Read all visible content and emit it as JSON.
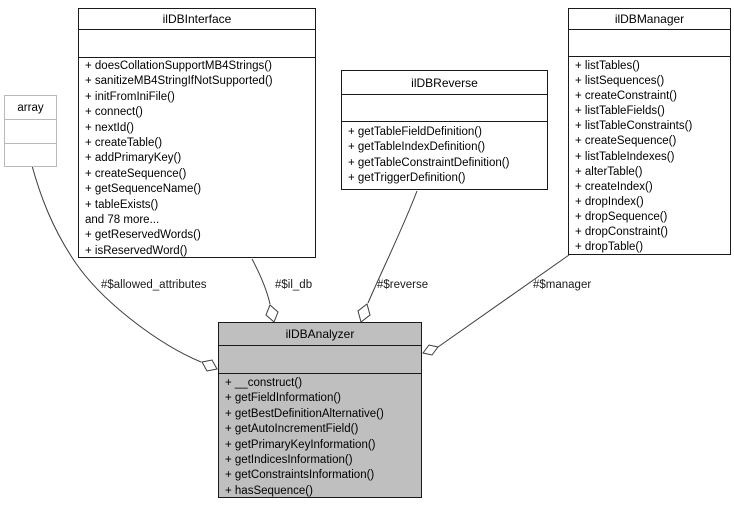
{
  "diagram": {
    "type": "uml-class-collaboration",
    "classes": {
      "array": {
        "title": "array",
        "methods": []
      },
      "ildbinterface": {
        "title": "ilDBInterface",
        "methods": [
          "+ doesCollationSupportMB4Strings()",
          "+ sanitizeMB4StringIfNotSupported()",
          "+ initFromIniFile()",
          "+ connect()",
          "+ nextId()",
          "+ createTable()",
          "+ addPrimaryKey()",
          "+ createSequence()",
          "+ getSequenceName()",
          "+ tableExists()",
          "and 78 more...",
          "+ getReservedWords()",
          "+ isReservedWord()"
        ]
      },
      "ildbreverse": {
        "title": "ilDBReverse",
        "methods": [
          "+ getTableFieldDefinition()",
          "+ getTableIndexDefinition()",
          "+ getTableConstraintDefinition()",
          "+ getTriggerDefinition()"
        ]
      },
      "ildbmanager": {
        "title": "ilDBManager",
        "methods": [
          "+ listTables()",
          "+ listSequences()",
          "+ createConstraint()",
          "+ listTableFields()",
          "+ listTableConstraints()",
          "+ createSequence()",
          "+ listTableIndexes()",
          "+ alterTable()",
          "+ createIndex()",
          "+ dropIndex()",
          "+ dropSequence()",
          "+ dropConstraint()",
          "+ dropTable()"
        ]
      },
      "ildbanalyzer": {
        "title": "ilDBAnalyzer",
        "methods": [
          "+ __construct()",
          "+ getFieldInformation()",
          "+ getBestDefinitionAlternative()",
          "+ getAutoIncrementField()",
          "+ getPrimaryKeyInformation()",
          "+ getIndicesInformation()",
          "+ getConstraintsInformation()",
          "+ hasSequence()"
        ]
      }
    },
    "edges": [
      {
        "label": "#$allowed_attributes",
        "from": "array",
        "to": "ilDBAnalyzer",
        "relation": "aggregation"
      },
      {
        "label": "#$il_db",
        "from": "ilDBInterface",
        "to": "ilDBAnalyzer",
        "relation": "aggregation"
      },
      {
        "label": "#$reverse",
        "from": "ilDBReverse",
        "to": "ilDBAnalyzer",
        "relation": "aggregation"
      },
      {
        "label": "#$manager",
        "from": "ilDBManager",
        "to": "ilDBAnalyzer",
        "relation": "aggregation"
      }
    ],
    "colors": {
      "node_fill": "#ffffff",
      "node_border": "#1a1a1a",
      "focus_node_fill": "#bfbfbf",
      "external_node_border": "#b9b9b9",
      "edge": "#3c3c3c",
      "text": "#000000"
    }
  }
}
